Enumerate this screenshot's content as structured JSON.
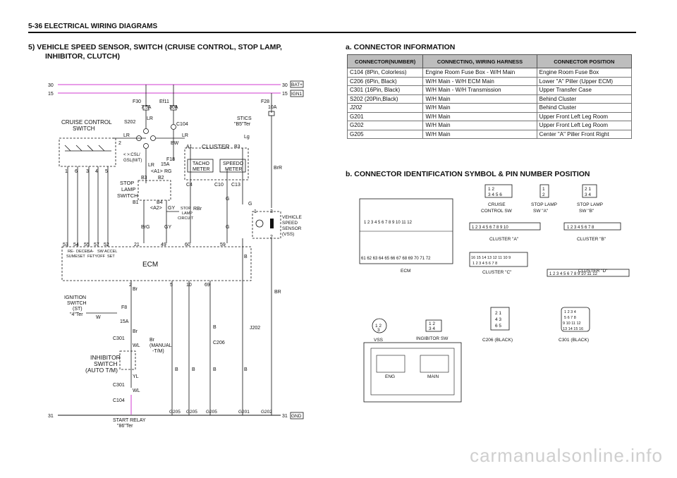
{
  "header": {
    "page_title": "5-36  ELECTRICAL WIRING DIAGRAMS"
  },
  "left_section": {
    "title_line1": "5)  VEHICLE SPEED SENSOR, SWITCH (CRUISE CONTROL, STOP LAMP,",
    "title_line2": "INHIBITOR, CLUTCH)"
  },
  "right_section_a": {
    "title": "a.  CONNECTOR  INFORMATION"
  },
  "right_section_b": {
    "title": "b.  CONNECTOR  IDENTIFICATION  SYMBOL  &  PIN  NUMBER  POSITION"
  },
  "table": {
    "headers": [
      "CONNECTOR(NUMBER)",
      "CONNECTING, WIRING HARNESS",
      "CONNECTOR POSITION"
    ],
    "rows": [
      [
        "C104 (8Pin, Colorless)",
        "Engine Room Fuse Box - W/H Main",
        "Engine Room Fuse Box"
      ],
      [
        "C206 (6Pin, Black)",
        "W/H Main - W/H ECM Main",
        "Lower \"A\" Piller (Upper ECM)"
      ],
      [
        "C301 (16Pin, Black)",
        "W/H Main - W/H Transmission",
        "Upper Transfer Case"
      ],
      [
        "S202 (20Pin,Black)",
        "W/H  Main",
        "Behind Cluster"
      ],
      [
        "J202",
        "W/H  Main",
        "Behind Cluster"
      ],
      [
        "G201",
        "W/H  Main",
        "Upper Front Left Leg Room"
      ],
      [
        "G202",
        "W/H  Main",
        "Upper Front Left Leg Room"
      ],
      [
        "G205",
        "W/H  Main",
        "Center \"A\" Piller Front Right"
      ]
    ]
  },
  "diagram": {
    "rail_30": "30",
    "rail_15": "15",
    "rail_31": "31",
    "bat": "BAT+",
    "ign": "IGN1",
    "gnd": "GND",
    "f30": "F30",
    "f30_amp": "7.5A",
    "ef11": "Ef11",
    "ef11_amp": "30A",
    "f28": "F28",
    "f28_amp": "10A",
    "cruise_switch": "CRUISE CONTROL",
    "cruise_switch2": "SWITCH",
    "s202": "S202",
    "c104": "C104",
    "clutch_1": "< >:CSL/",
    "clutch_2": "GSL(M/T)",
    "stop_lamp_1": "STOP",
    "stop_lamp_2": "LAMP",
    "stop_lamp_3": "SWITCH",
    "cluster": "CLUSTER",
    "tacho_1": "TACHO",
    "tacho_2": "METER",
    "speedo_1": "SPEEDO",
    "speedo_2": "METER",
    "stics_1": "STICS",
    "stics_2": "\"B5\"Ter",
    "vss_1": "VEHICLE",
    "vss_2": "SPEED",
    "vss_3": "SENSOR",
    "vss_4": "(VSS)",
    "ecm": "ECM",
    "ecm_pins_label": [
      "RE-",
      "DECEL",
      "SA-",
      "SW",
      "ACCEL"
    ],
    "ecm_pins_label2": [
      "SUME",
      "SET",
      "FETY",
      "OFF",
      "SET"
    ],
    "ign_sw_1": "IGNITION",
    "ign_sw_2": "SWITCH",
    "ign_sw_3": "(ST)",
    "ign_sw_4": "\"4\"Ter",
    "inhibitor_1": "INHIBITOR",
    "inhibitor_2": "SWITCH",
    "inhibitor_3": "(AUTO T/M)",
    "manual_1": "Br",
    "manual_2": "(MANUAL",
    "manual_3": "-T/M)",
    "start_relay_1": "START RELAY",
    "start_relay_2": "\"86\"Ter",
    "stop_lamp_circuit": [
      "STOP",
      "LAMP",
      "CIRCUIT"
    ],
    "grounds": [
      "G205",
      "G205",
      "G205",
      "G201",
      "G202"
    ],
    "j202": "J202",
    "c206": "C206",
    "c301": "C301",
    "f8": "F8",
    "f8_amp": "15A",
    "f18": "F18",
    "f18_amp": "15A",
    "a2": "<A2>",
    "a1": "<A1>"
  },
  "connectors": {
    "cruise": [
      "CRUISE",
      "CONTROL  SW"
    ],
    "stop_a": [
      "STOP LAMP",
      "SW \"A\""
    ],
    "stop_b": [
      "STOP LAMP",
      "SW \"B\""
    ],
    "cluster_a": "CLUSTER  \"A\"",
    "cluster_b": "CLUSTER  \"B\"",
    "cluster_c": "CLUSTER  \"C\"",
    "cluster_d": "CLUSTER  \"D\"",
    "ecm": "ECM",
    "vss": "VSS",
    "inhibitor": "INGIBITOR SW",
    "c206": "C206  (BLACK)",
    "c301": "C301  (BLACK)",
    "fusebox_eng": "ENG",
    "fusebox_main": "MAIN"
  },
  "watermark": "carmanualsonline.info"
}
